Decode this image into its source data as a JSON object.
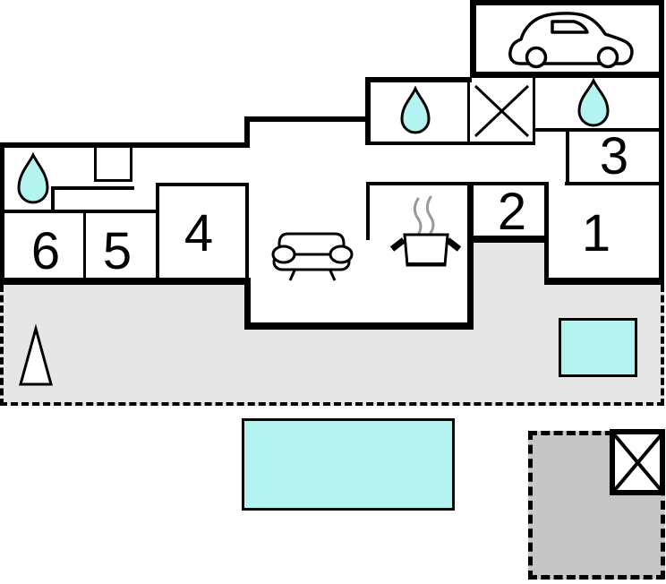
{
  "plan_title": "holiday-house-floor-plan",
  "rooms": {
    "r1": "1",
    "r2": "2",
    "r3": "3",
    "r4": "4",
    "r5": "5",
    "r6": "6"
  },
  "colors": {
    "wall": "#000000",
    "water": "#b3f4f0",
    "terrace": "#e6e6e6",
    "patio": "#c6c6c6",
    "steam": "#999999"
  },
  "icons": [
    {
      "name": "car-icon",
      "meaning": "garage / carport"
    },
    {
      "name": "water-drop-icon",
      "meaning": "bathroom / water"
    },
    {
      "name": "crossed-box-icon",
      "meaning": "utility / technical room"
    },
    {
      "name": "sofa-icon",
      "meaning": "living room"
    },
    {
      "name": "cooking-pot-icon",
      "meaning": "kitchen"
    },
    {
      "name": "tree-icon",
      "meaning": "garden / terrace"
    }
  ]
}
